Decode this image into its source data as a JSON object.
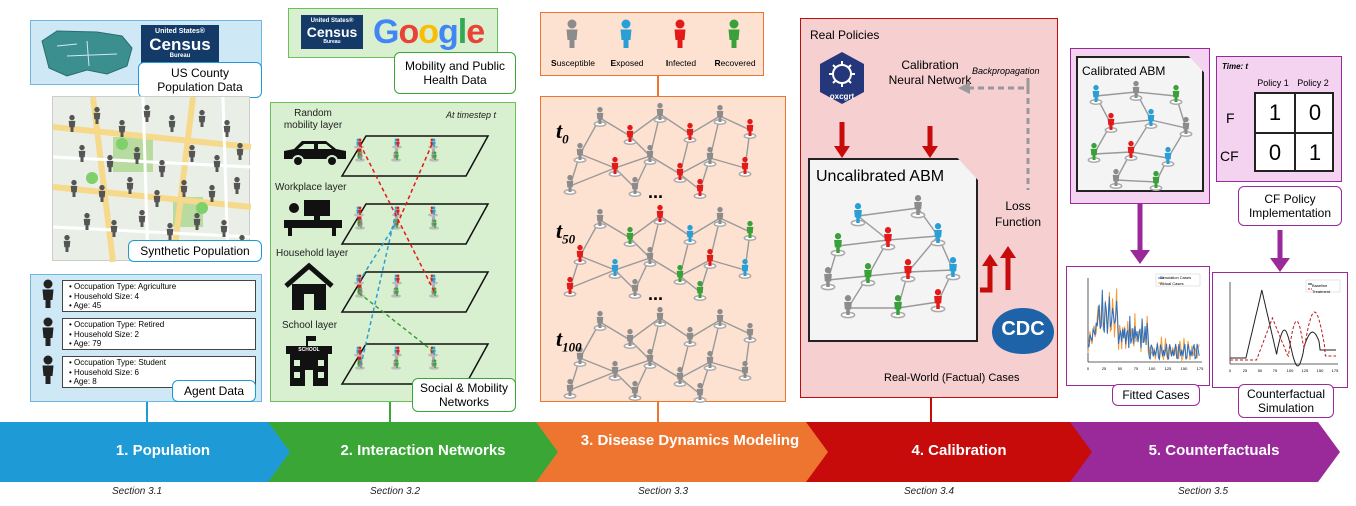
{
  "stages": [
    {
      "label": "1. Population",
      "section": "Section 3.1",
      "color": "#1e9bd7"
    },
    {
      "label": "2. Interaction Networks",
      "section": "Section 3.2",
      "color": "#3aa636"
    },
    {
      "label": "3. Disease Dynamics Modeling",
      "section": "Section 3.3",
      "color": "#ee7530"
    },
    {
      "label": "4. Calibration",
      "section": "Section 3.4",
      "color": "#c70a0a"
    },
    {
      "label": "5. Counterfactuals",
      "section": "Section 3.5",
      "color": "#9a2a9a"
    }
  ],
  "population": {
    "census_logo": "United States Census Bureau",
    "county_data": "US County Population Data",
    "synthetic": "Synthetic Population",
    "agent_data": "Agent Data",
    "agents": [
      {
        "occupation": "Occupation Type: Agriculture",
        "household": "Household Size:  4",
        "age": "Age: 45"
      },
      {
        "occupation": "Occupation Type: Retired",
        "household": "Household Size:  2",
        "age": "Age: 79"
      },
      {
        "occupation": "Occupation Type: Student",
        "household": "Household Size:  6",
        "age": "Age: 8"
      }
    ]
  },
  "networks": {
    "census_logo": "United States Census Bureau",
    "google_logo": "Google",
    "mobility_data": "Mobility and Public Health Data",
    "timestep": "At timestep t",
    "layers": [
      "Random mobility layer",
      "Workplace layer",
      "Household layer",
      "School layer"
    ],
    "school_sign": "SCHOOL",
    "social": "Social & Mobility Networks"
  },
  "disease": {
    "legend": [
      {
        "initial": "S",
        "rest": "usceptible",
        "color": "#8c8c8c"
      },
      {
        "initial": "E",
        "rest": "xposed",
        "color": "#2a9fd6"
      },
      {
        "initial": "I",
        "rest": "nfected",
        "color": "#e21a1a"
      },
      {
        "initial": "R",
        "rest": "ecovered",
        "color": "#3aa03a"
      }
    ],
    "timesteps": [
      "t",
      "t",
      "t"
    ],
    "subscripts": [
      "0",
      "50",
      "100"
    ],
    "ellipsis": "..."
  },
  "calibration": {
    "real_policies": "Real Policies",
    "oxcgrt": "oxcgrt",
    "neural_net": "Calibration Neural Network",
    "backprop": "Backpropagation",
    "uncalibrated": "Uncalibrated ABM",
    "loss": "Loss Function",
    "cdc": "CDC",
    "real_world": "Real-World (Factual) Cases"
  },
  "counterfactuals": {
    "calibrated": "Calibrated ABM",
    "time": "Time: t",
    "policy_headers": [
      "Policy 1",
      "Policy 2"
    ],
    "row_labels": [
      "F",
      "CF"
    ],
    "matrix": [
      [
        "1",
        "0"
      ],
      [
        "0",
        "1"
      ]
    ],
    "cf_impl": "CF Policy Implementation",
    "fitted": "Fitted Cases",
    "cf_sim": "Counterfactual Simulation",
    "fit_legend": [
      "Simulation Cases",
      "Actual Cases"
    ],
    "sim_legend": [
      "Baseline",
      "Treatment"
    ],
    "fit_x_ticks": [
      "0",
      "25",
      "50",
      "75",
      "100",
      "125",
      "150",
      "175"
    ],
    "sim_x_ticks": [
      "0",
      "25",
      "50",
      "75",
      "100",
      "125",
      "150",
      "175"
    ]
  }
}
